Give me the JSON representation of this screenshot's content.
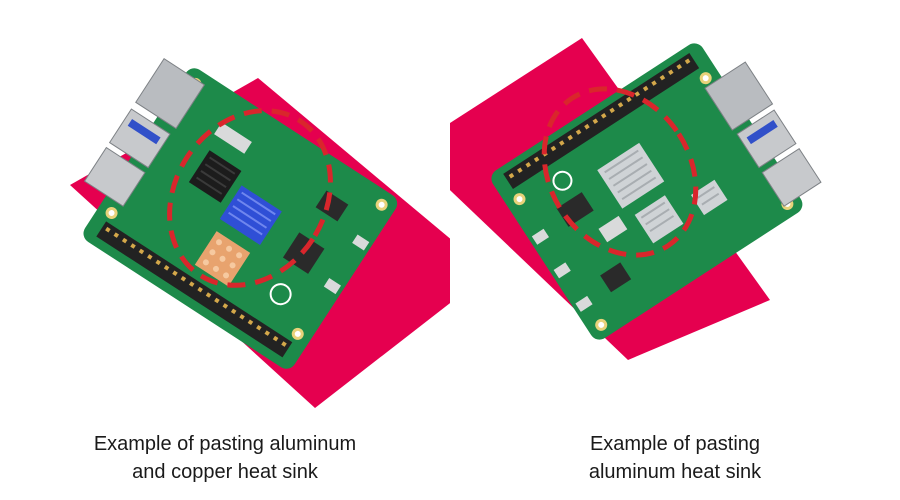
{
  "panels": [
    {
      "caption_line1": "Example of pasting aluminum",
      "caption_line2": "and copper heat sink",
      "heat_sinks": [
        "black-aluminum",
        "blue-aluminum",
        "copper"
      ]
    },
    {
      "caption_line1": "Example of pasting",
      "caption_line2": "aluminum heat sink",
      "heat_sinks": [
        "silver-aluminum",
        "silver-aluminum",
        "silver-aluminum"
      ]
    }
  ],
  "colors": {
    "background_card": "#e5004f",
    "pcb": "#1d8a4a",
    "highlight_circle": "#d9262c",
    "copper": "#e8a36e",
    "blue_aluminum": "#2f4fd6",
    "silver": "#cfd3d6",
    "black_aluminum": "#1c1c1c"
  }
}
